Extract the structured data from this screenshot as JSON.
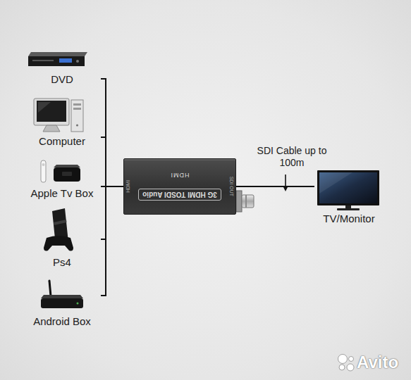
{
  "diagram": {
    "nodes": [
      {
        "text": [
          "DVD"
        ]
      },
      {
        "text": [
          "Computer"
        ]
      },
      {
        "text": [
          "Apple Tv Box"
        ]
      },
      {
        "text": [
          "Ps4"
        ]
      },
      {
        "text": [
          "Android Box"
        ]
      },
      {
        "text": [
          "3G HDMI TOSDI Audio",
          "HDMI"
        ]
      },
      {
        "text": [
          "TV/Monitor"
        ]
      }
    ],
    "edges": [
      {
        "from": 0,
        "to": 5,
        "arrow": "none"
      },
      {
        "from": 1,
        "to": 5,
        "arrow": "none"
      },
      {
        "from": 2,
        "to": 5,
        "arrow": "none"
      },
      {
        "from": 3,
        "to": 5,
        "arrow": "none"
      },
      {
        "from": 4,
        "to": 5,
        "arrow": "none"
      },
      {
        "from": 5,
        "to": 6,
        "label": "SDI Cable up to 100m",
        "arrow": "none"
      }
    ],
    "labels": [
      "HDMI",
      "SDI OUT",
      "Avito"
    ]
  }
}
